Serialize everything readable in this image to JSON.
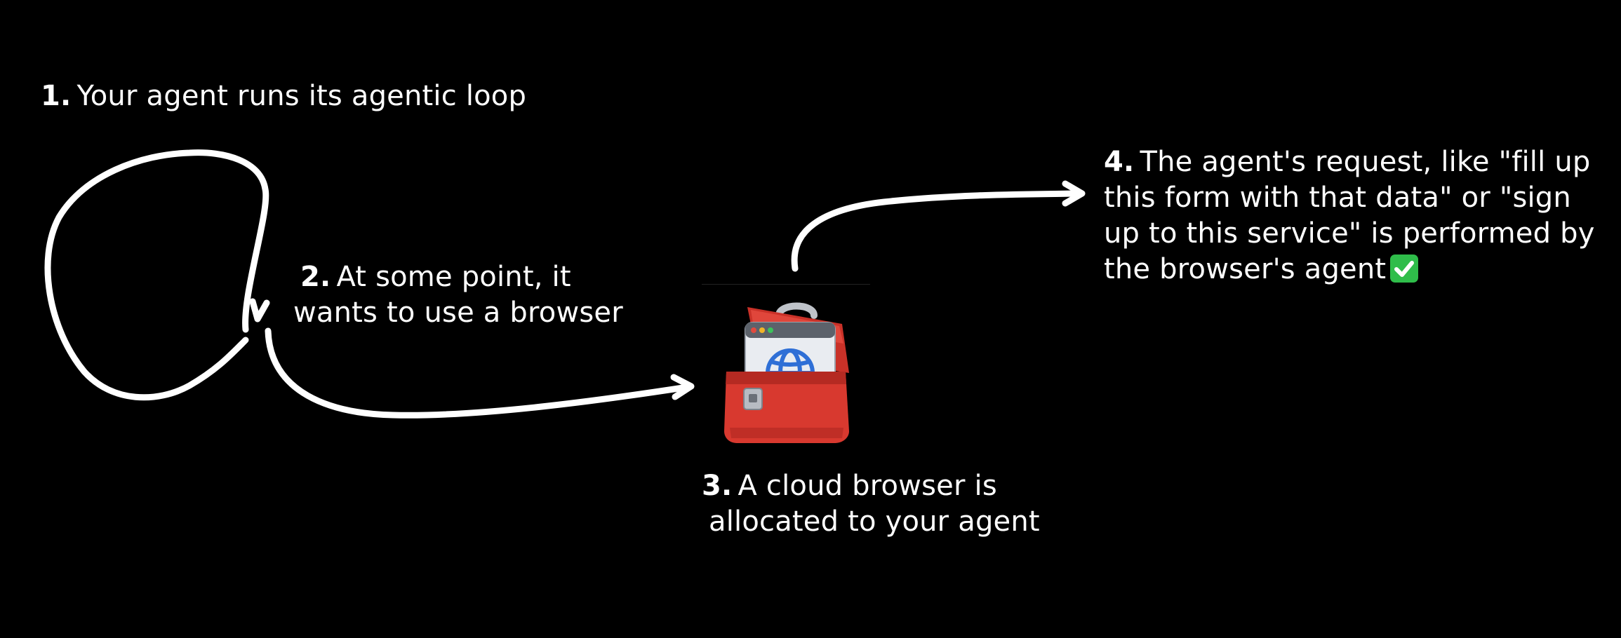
{
  "steps": [
    {
      "number": "1.",
      "lines": [
        "Your agent runs its agentic loop"
      ]
    },
    {
      "number": "2.",
      "lines": [
        "At some point, it",
        "wants to use a browser"
      ]
    },
    {
      "number": "3.",
      "lines": [
        "A cloud browser is",
        "allocated to your agent"
      ]
    },
    {
      "number": "4.",
      "lines": [
        "The agent's request, like \"fill up",
        "this form with that data\" or \"sign",
        "up to this service\" is performed by",
        "the browser's agent"
      ]
    }
  ],
  "icons": {
    "toolbox": "toolbox-browser-icon",
    "check": "check-mark-icon"
  },
  "colors": {
    "background": "#000000",
    "text": "#ffffff",
    "toolbox_red": "#d8392f",
    "check_green": "#2fbd4a",
    "globe_blue": "#2f6fd6"
  }
}
